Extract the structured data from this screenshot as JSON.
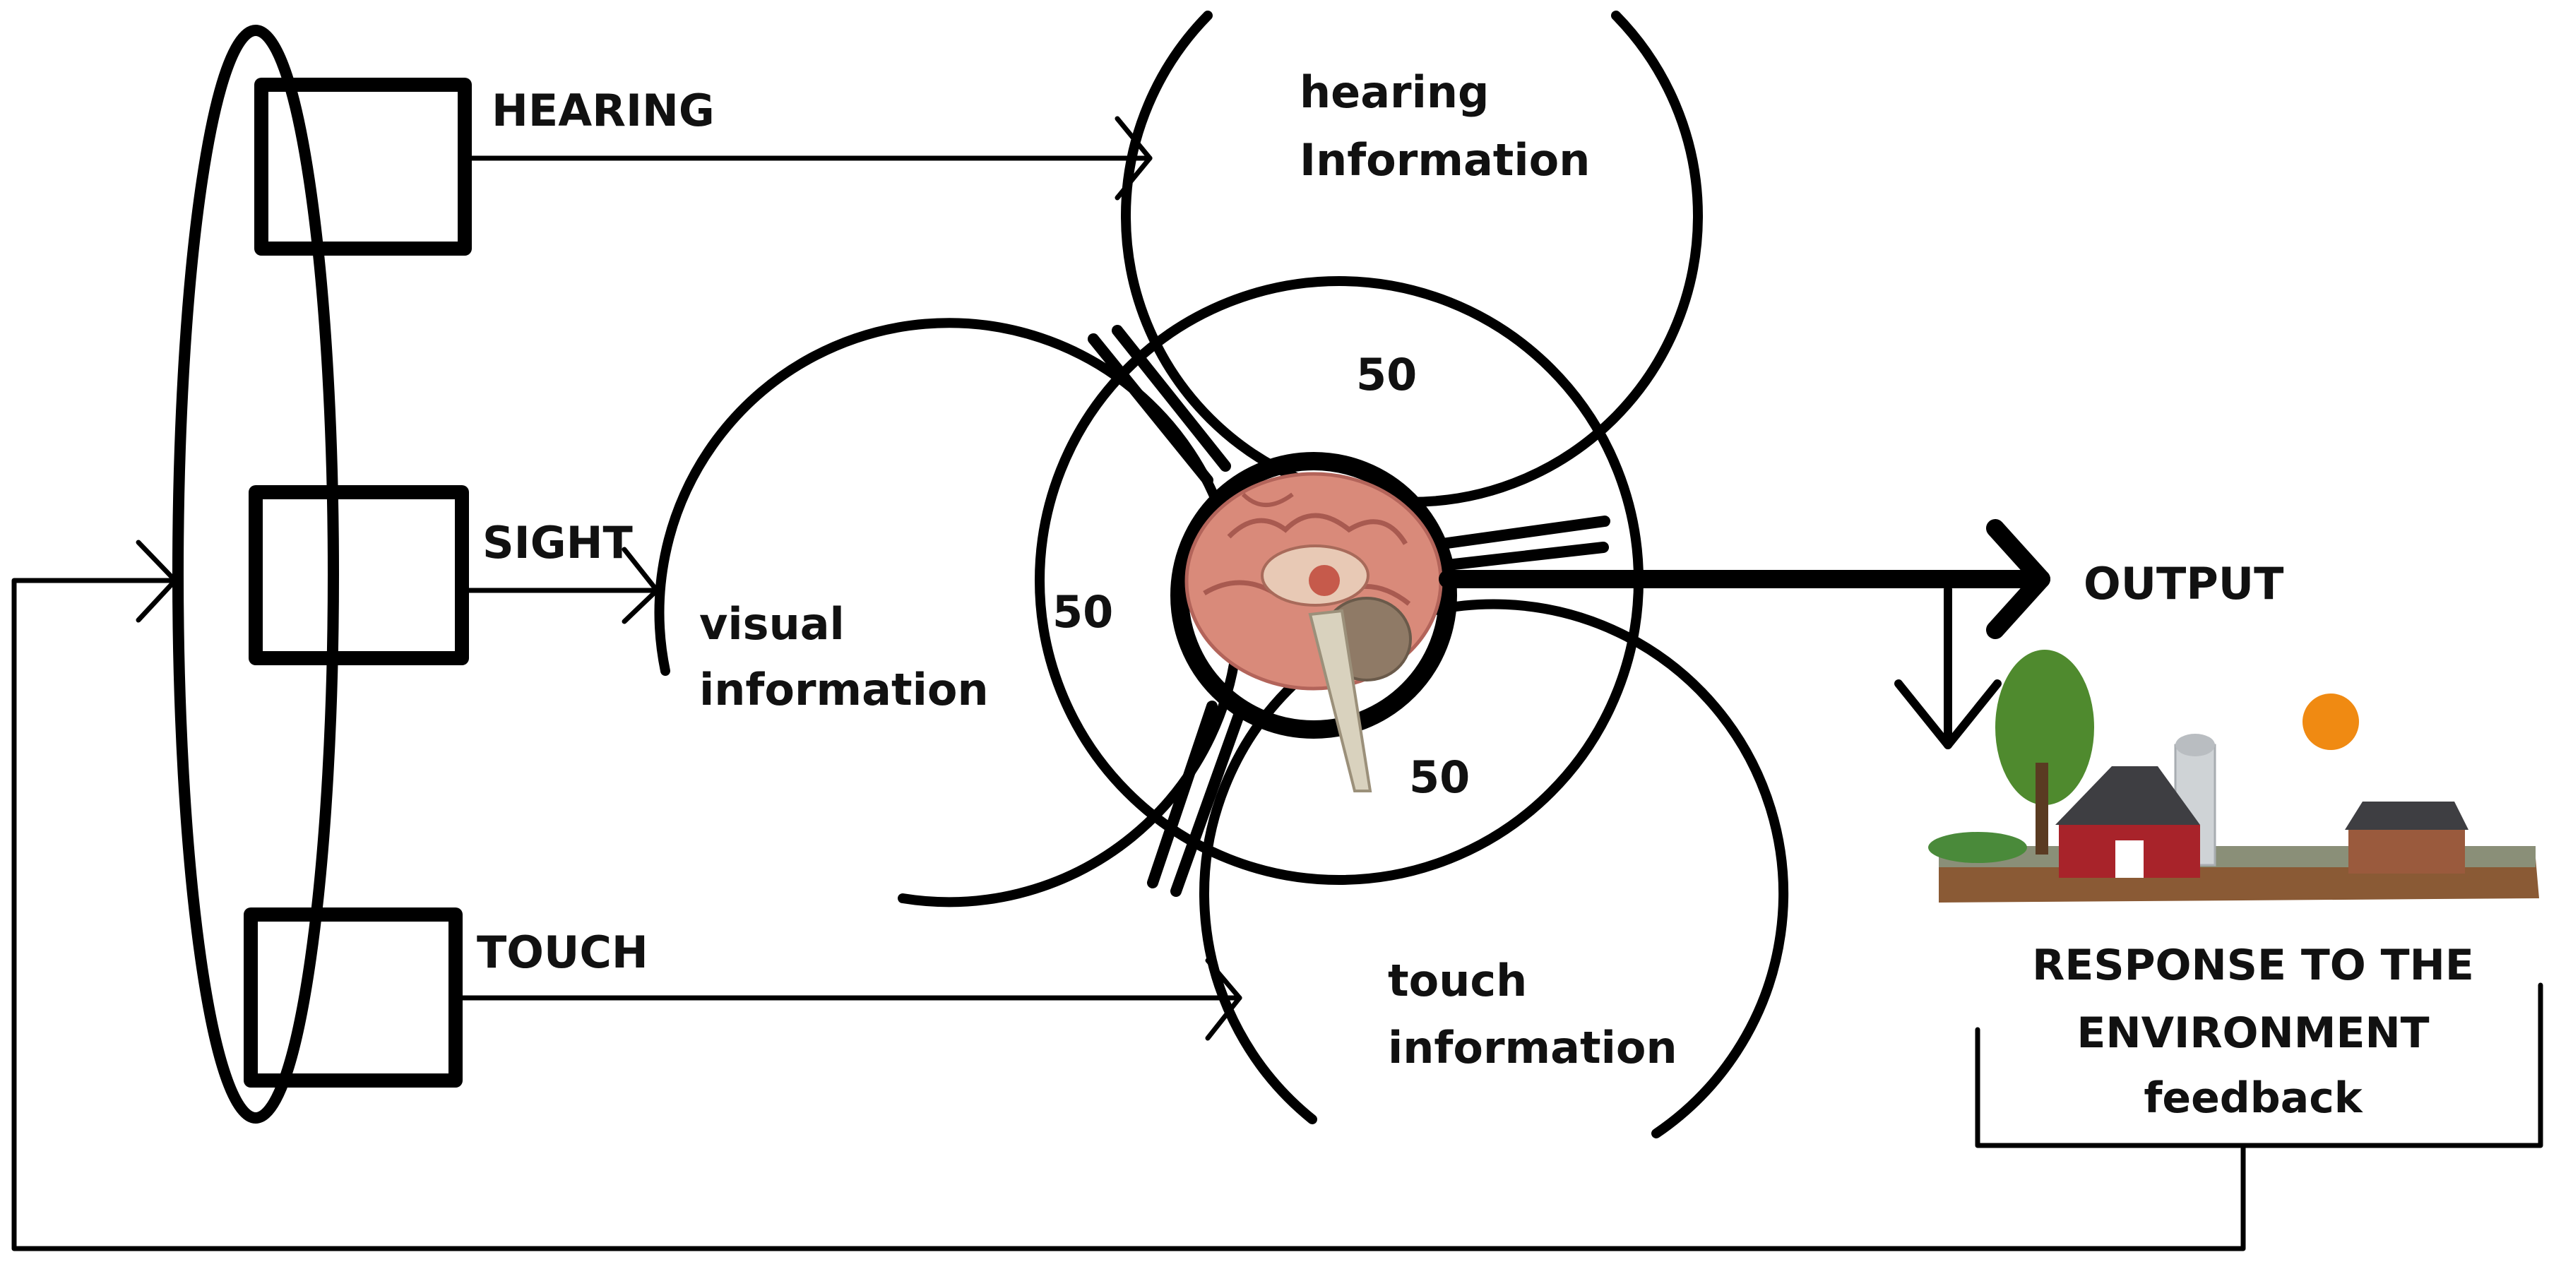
{
  "inputs": {
    "hearing": "HEARING",
    "sight": "SIGHT",
    "touch": "TOUCH"
  },
  "regions": {
    "hearing_line1": "hearing",
    "hearing_line2": "Information",
    "visual_line1": "visual",
    "visual_line2": "information",
    "touch_line1": "touch",
    "touch_line2": "information"
  },
  "weights": {
    "top": "50",
    "left": "50",
    "bottom": "50"
  },
  "output": "OUTPUT",
  "response": {
    "line1": "RESPONSE TO THE",
    "line2": "ENVIRONMENT",
    "line3": "feedback"
  },
  "colors": {
    "line": "#000000",
    "brain": "#d98a7a",
    "barn": "#a8232a",
    "sun": "#f08a12",
    "tree": "#4f8a2e",
    "ground": "#8a5a35"
  }
}
